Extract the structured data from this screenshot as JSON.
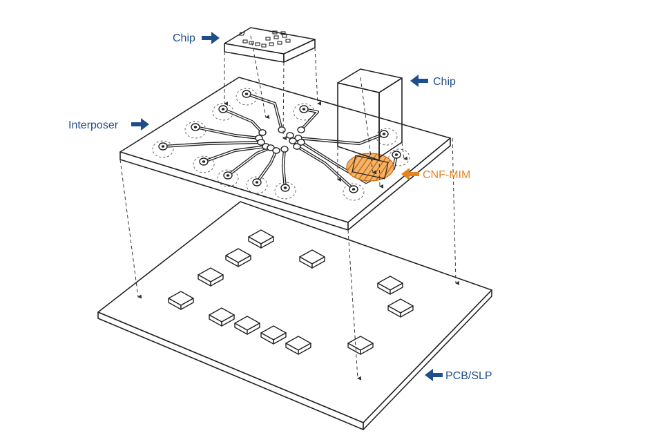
{
  "labels": {
    "chip_top": "Chip",
    "chip_right": "Chip",
    "interposer": "Interposer",
    "cnf_mim": "CNF-MIM",
    "pcb_slp": "PCB/SLP"
  },
  "colors": {
    "label_blue": "#1f4e8c",
    "accent_orange": "#e8821e",
    "line": "#222222"
  },
  "icons": {
    "arrow": "arrow-icon"
  }
}
